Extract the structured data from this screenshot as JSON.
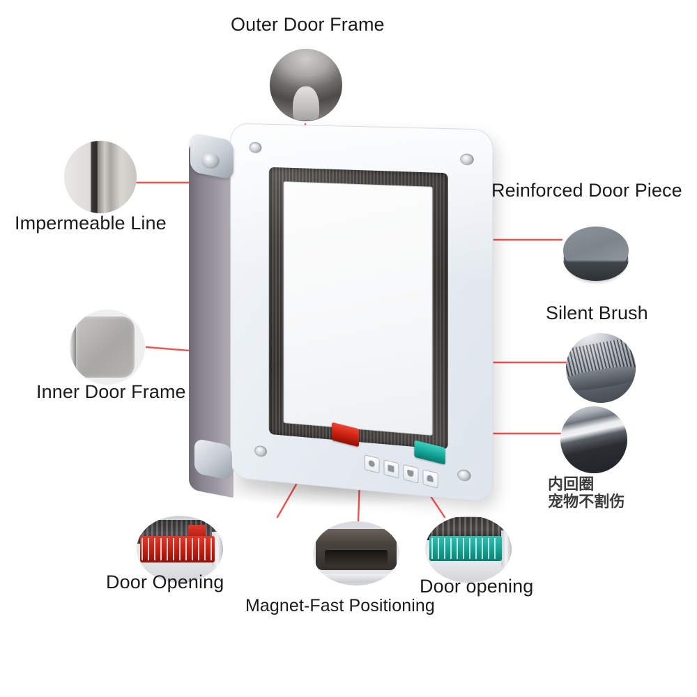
{
  "diagram": {
    "title": "Pet Door Feature Callout Diagram",
    "accent_color": "#e8443a",
    "leader_color": "#ef5350",
    "text_color": "#1b1b1b",
    "background_color": "#ffffff"
  },
  "callouts": [
    {
      "id": "outer-door-frame",
      "label": "Outer Door Frame",
      "thumb_name": "outer-door-frame-thumbnail",
      "position": "top-center"
    },
    {
      "id": "impermeable-line",
      "label": "Impermeable Line",
      "thumb_name": "impermeable-line-thumbnail",
      "position": "top-left"
    },
    {
      "id": "inner-door-frame",
      "label": "Inner Door Frame",
      "thumb_name": "inner-door-frame-thumbnail",
      "position": "mid-left"
    },
    {
      "id": "reinforced-door-piece",
      "label": "Reinforced Door Piece",
      "thumb_name": "reinforced-door-piece-thumbnail",
      "position": "top-right"
    },
    {
      "id": "silent-brush",
      "label": "Silent Brush",
      "thumb_name": "silent-brush-thumbnail",
      "position": "mid-right"
    },
    {
      "id": "inner-loop",
      "label": "内回圈",
      "label_line2": "宠物不割伤",
      "thumb_name": "inner-loop-thumbnail",
      "position": "lower-right"
    },
    {
      "id": "door-opening-red",
      "label": "Door Opening",
      "thumb_name": "door-opening-red-thumbnail",
      "position": "bottom-left"
    },
    {
      "id": "magnet-fast-positioning",
      "label": "Magnet-Fast Positioning",
      "thumb_name": "magnet-thumbnail",
      "position": "bottom-center"
    },
    {
      "id": "door-opening-teal",
      "label": "Door opening",
      "thumb_name": "door-opening-teal-thumbnail",
      "position": "bottom-right"
    }
  ],
  "product": {
    "name": "pet-door",
    "parts": {
      "outer_frame": "outer-frame",
      "inner_frame": "inner-frame",
      "flap": "translucent-flap",
      "latch_red_color": "#c8200f",
      "latch_teal_color": "#13a596",
      "mode_icon_count": 4
    }
  }
}
